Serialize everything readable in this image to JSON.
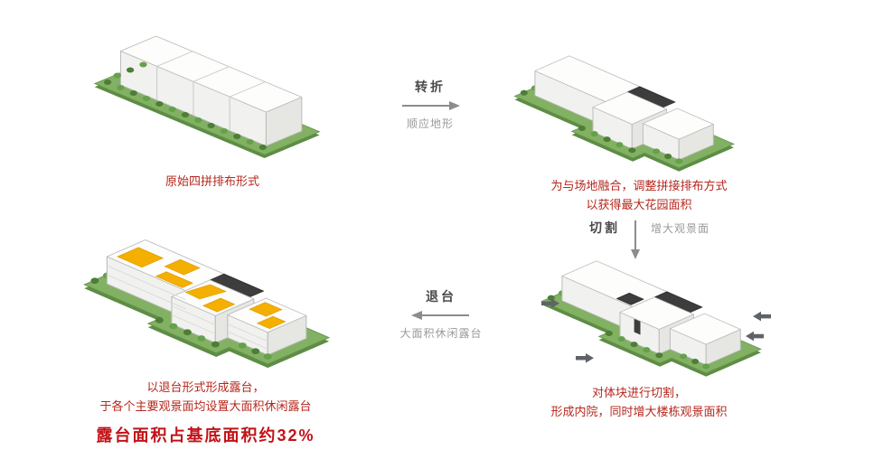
{
  "page": {
    "background": "#ffffff"
  },
  "colors": {
    "caption_red": "#b5271d",
    "highlight_red": "#c11218",
    "step_title_gray": "#4a4a4a",
    "step_subtitle_gray": "#9a9a9a",
    "arrow_gray": "#8c8c8c",
    "grass_green": "#82b163",
    "tree_green": "#4d7d37",
    "terrace_yellow": "#f5af00",
    "roof_dark": "#3d3d3d",
    "building_white": "#fdfdfc"
  },
  "diagrams": {
    "d1": {
      "caption": "原始四拼排布形式"
    },
    "d2": {
      "caption_line1": "为与场地融合，调整拼接排布方式",
      "caption_line2": "以获得最大花园面积"
    },
    "d3": {
      "caption_line1": "以退台形式形成露台，",
      "caption_line2": "于各个主要观景面均设置大面积休闲露台",
      "highlight": "露台面积占基底面积约32%"
    },
    "d4": {
      "caption_line1": "对体块进行切割，",
      "caption_line2": "形成内院，同时增大楼栋观景面积"
    }
  },
  "steps": {
    "turn": {
      "title": "转折",
      "subtitle": "顺应地形"
    },
    "cut": {
      "title": "切割",
      "subtitle": "增大观景面"
    },
    "terrace": {
      "title": "退台",
      "subtitle": "大面积休闲露台"
    }
  }
}
